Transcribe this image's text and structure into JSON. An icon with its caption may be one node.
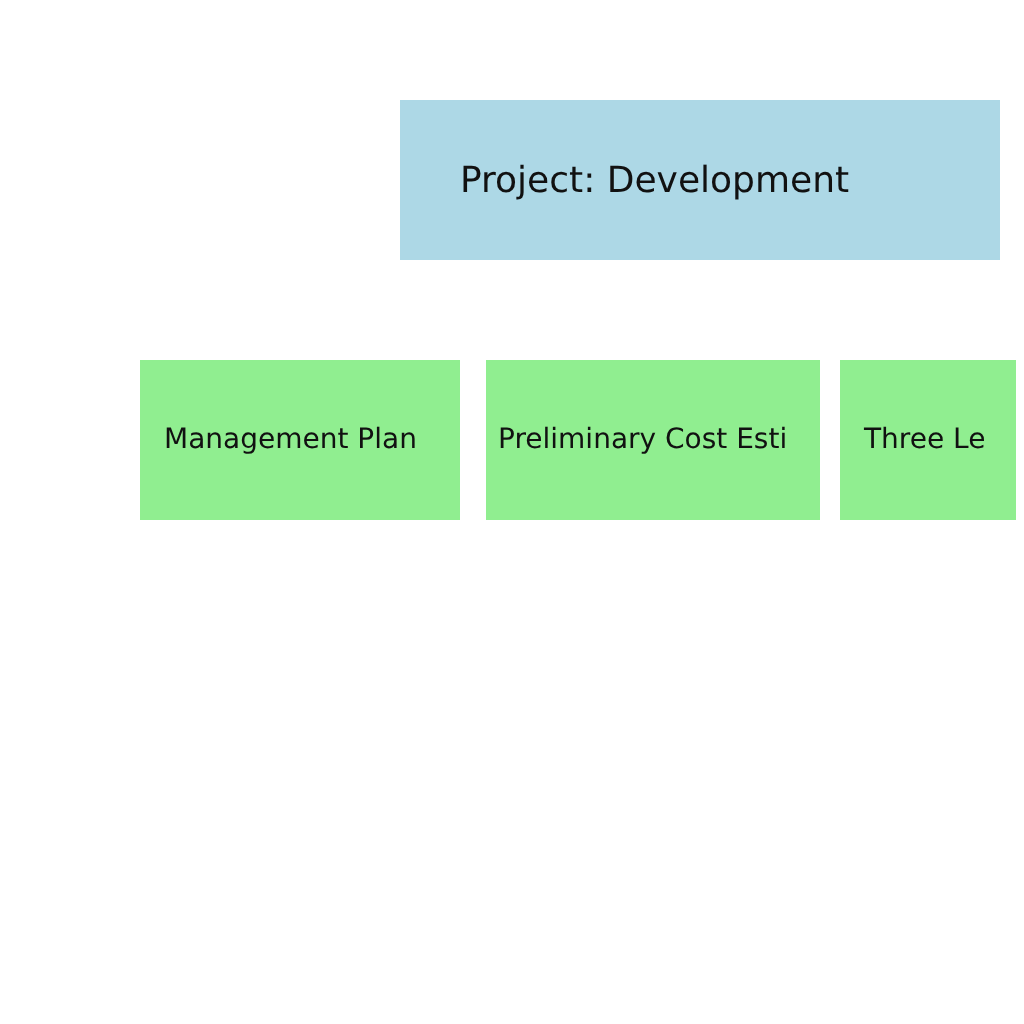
{
  "diagram": {
    "nodes": [
      {
        "text": [
          "Project: Development"
        ]
      },
      {
        "text": [
          "Management Plan"
        ]
      },
      {
        "text": [
          "Preliminary Cost Esti"
        ]
      },
      {
        "text": [
          "Three Le"
        ]
      }
    ]
  }
}
